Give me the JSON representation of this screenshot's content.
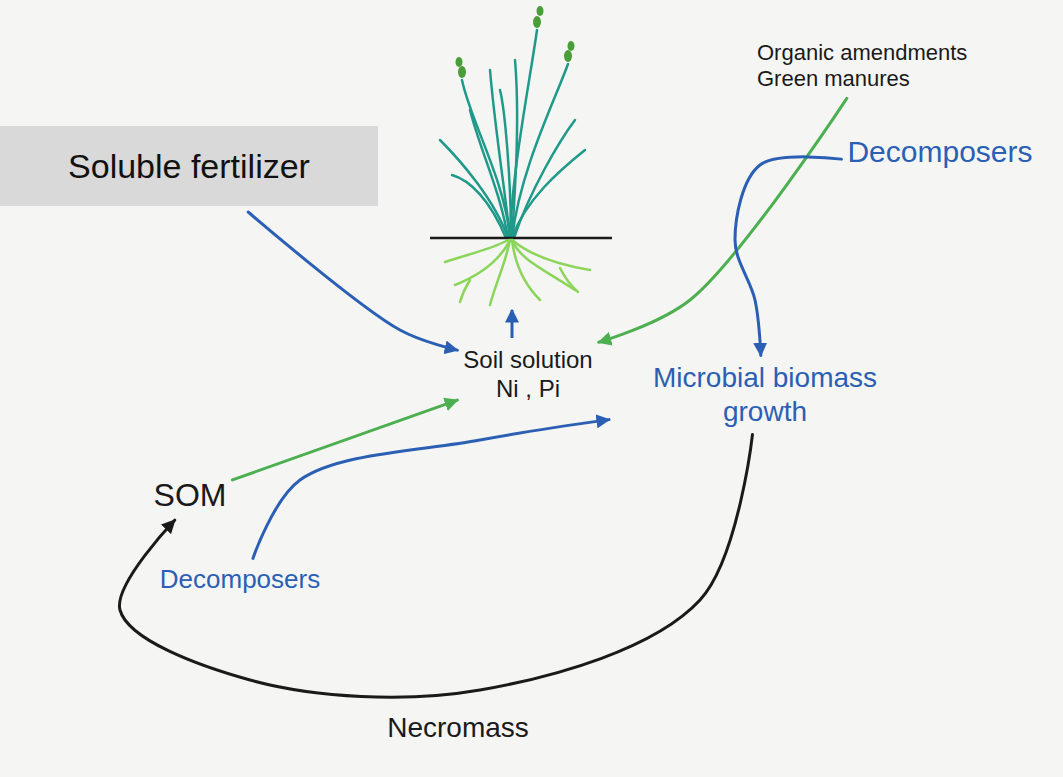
{
  "diagram": {
    "nodes": [
      {
        "text": [
          "Soluble fertilizer"
        ]
      },
      {
        "text": [
          "Organic amendments Green manures"
        ]
      },
      {
        "text": [
          "Decomposers"
        ]
      },
      {
        "text": [
          "Soil solution",
          "Ni , Pi"
        ]
      },
      {
        "text": [
          "SOM"
        ]
      },
      {
        "text": [
          "Microbial biomass growth"
        ]
      },
      {
        "text": [
          "Decomposers"
        ]
      }
    ],
    "edges": [
      {
        "from": 0,
        "to": 3,
        "arrow": "to"
      },
      {
        "from": 1,
        "to": 3,
        "arrow": "to"
      },
      {
        "from": 2,
        "to": 5,
        "arrow": "to"
      },
      {
        "from": 4,
        "to": 3,
        "arrow": "to"
      },
      {
        "from": 6,
        "to": 5,
        "arrow": "to"
      },
      {
        "from": 5,
        "to": 4,
        "label": "Necromass",
        "arrow": "to"
      }
    ]
  }
}
